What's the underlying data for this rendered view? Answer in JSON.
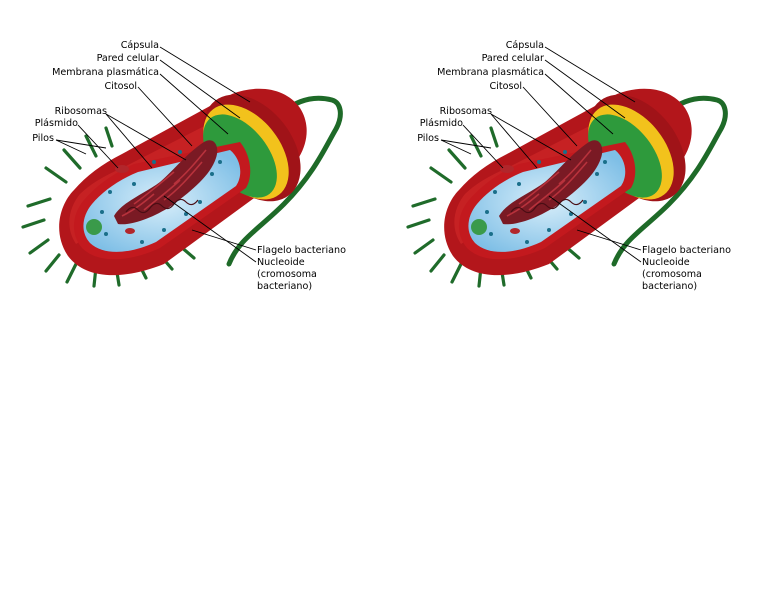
{
  "labels": {
    "capsula": "Cápsula",
    "pared": "Pared celular",
    "membrana": "Membrana plasmática",
    "citosol": "Citosol",
    "ribosomas": "Ribosomas",
    "plasmido": "Plásmido",
    "pilos": "Pilos",
    "flagelo": "Flagelo bacteriano",
    "nucleoide_1": "Nucleoide",
    "nucleoide_2": "(cromosoma",
    "nucleoide_3": "bacteriano)"
  },
  "colors": {
    "capsule": "#b3161b",
    "capsule_light": "#d22a2a",
    "cell_wall": "#f2c21c",
    "membrane": "#2e9a3c",
    "cytosol": "#a9d6f0",
    "nucleoid": "#7a1a24",
    "pili": "#1f6b2a",
    "flagellum": "#1e6a28"
  }
}
